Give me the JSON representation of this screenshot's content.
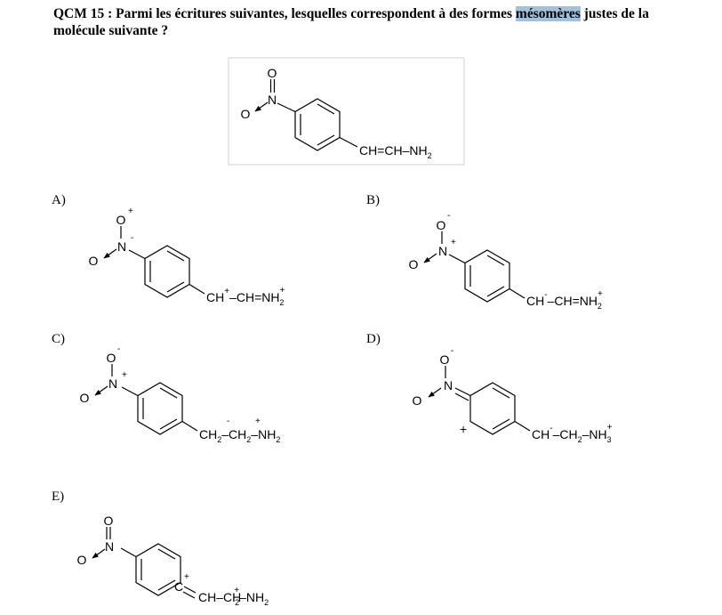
{
  "question": {
    "label": "QCM 15 :",
    "text_before": " Parmi les écritures suivantes, lesquelles correspondent à des formes ",
    "highlight": "mésomères",
    "text_after": " justes de la molécule suivante ?",
    "highlight_color": "#9fc2df"
  },
  "molecule": {
    "O": "O",
    "N": "N",
    "chain": "CH=CH–NH",
    "sub2": "2"
  },
  "options": [
    {
      "label": "A)",
      "oTop": "O",
      "oTopCharge": "+",
      "n": "N",
      "nCharge": "-",
      "oLeft": "O",
      "c1": "CH",
      "c1Charge": "+",
      "sep1": "–",
      "c2": "CH=NH",
      "c2Sub": "2",
      "c2Charge": "+"
    },
    {
      "label": "B)",
      "oTop": "O",
      "oTopCharge": "-",
      "n": "N",
      "nCharge": "+",
      "oLeft": "O",
      "c1": "CH",
      "c1Charge": "-",
      "sep1": "–",
      "c2": "CH=NH",
      "c2Sub": "2",
      "c2Charge": "+"
    },
    {
      "label": "C)",
      "oTop": "O",
      "oTopCharge": "-",
      "n": "N",
      "nCharge": "+",
      "oLeft": "O",
      "c1": "CH",
      "c1Sub": "2",
      "c1Charge": "-",
      "sep1": "–",
      "c2": "CH",
      "c2Sub": "2",
      "c2Charge": "+",
      "sep2": "–",
      "c3": "NH",
      "c3Sub": "2"
    },
    {
      "label": "D)",
      "oTop": "O",
      "oTopCharge": "-",
      "n": "N",
      "oLeft": "O",
      "ringCharge": "+",
      "c1": "CH",
      "c1Charge": "-",
      "sep1": "–",
      "c2": "CH",
      "c2Sub": "2",
      "sep2": "–",
      "c3": "NH",
      "c3Sub": "3",
      "c3Charge": "+"
    },
    {
      "label": "E)",
      "oTop": "O",
      "n": "N",
      "oLeft": "O",
      "ringC": "C",
      "ringCCharge": "+",
      "c1": "CH",
      "sep1": "–",
      "c2": "CH",
      "c2Sub": "2",
      "c2Charge": "+",
      "sep2": "–",
      "c3": "NH",
      "c3Sub": "2"
    }
  ]
}
